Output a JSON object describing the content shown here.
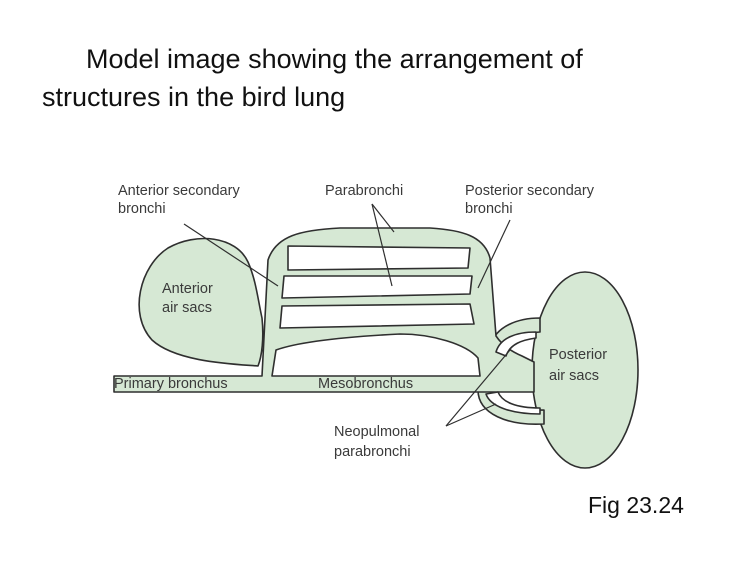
{
  "title": {
    "line1": "Model image showing the arrangement of",
    "line2": "structures in the bird lung"
  },
  "labels": {
    "anterior_secondary_bronchi": [
      "Anterior secondary",
      "bronchi"
    ],
    "parabronchi": "Parabronchi",
    "posterior_secondary_bronchi": [
      "Posterior secondary",
      "bronchi"
    ],
    "anterior_air_sacs": [
      "Anterior",
      "air sacs"
    ],
    "posterior_air_sacs": [
      "Posterior",
      "air sacs"
    ],
    "primary_bronchus": "Primary bronchus",
    "mesobronchus": "Mesobronchus",
    "neopulmonal_parabronchi": [
      "Neopulmonal",
      "parabronchi"
    ]
  },
  "figure_ref": "Fig 23.24",
  "colors": {
    "fill": "#d6e8d4",
    "stroke": "#2f2f2f",
    "text": "#3a3a3a"
  }
}
